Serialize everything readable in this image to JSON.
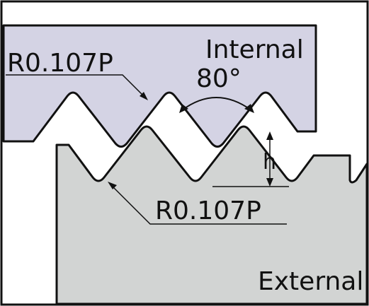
{
  "labels": {
    "internal": "Internal",
    "angle": "80°",
    "root_radius_top": "R0.107P",
    "root_radius_bottom": "R0.107P",
    "height": "h",
    "external": "External"
  },
  "colors": {
    "internal_fill": "#d4d3e4",
    "external_fill": "#d2d4d3",
    "outline": "#111111",
    "background": "#ffffff"
  }
}
